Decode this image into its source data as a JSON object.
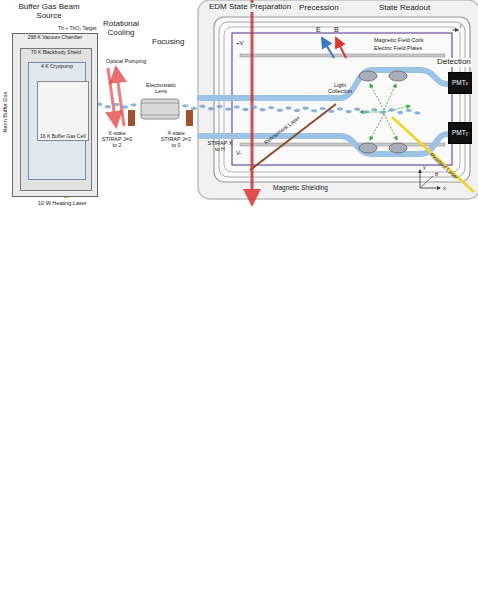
{
  "diagram": {
    "nodes": [
      {
        "text": [
          "Buffer Gas Beam Source",
          "298 K Vacuum Chamber"
        ]
      },
      {
        "text": [
          "70 K Blackbody Shield"
        ],
        "in": 0
      },
      {
        "text": [
          "4 K Cryopump"
        ],
        "in": 1
      },
      {
        "text": [
          "16 K Buffer Gas Cell"
        ],
        "in": 2
      },
      {
        "text": [
          "PMT",
          "x"
        ]
      },
      {
        "text": [
          "PMT",
          "y"
        ]
      }
    ],
    "labels": [
      "Neon Buffer Gas",
      "Th + ThO₂ Target",
      "10 W Heating Laser",
      "Rotational Cooling",
      "Optical Pumping",
      "Focusing",
      "Electrostatic Lens",
      "X-state STIRAP J=0 to 2",
      "X-state STIRAP J=2 to 0",
      "EDM State Preparation",
      "Precession",
      "State Readout",
      "Detection",
      "E",
      "B",
      "Magnetic Field Coils",
      "Electric Field Plates",
      "I",
      "+V",
      "V-",
      "Light Collection",
      "STIRAP X to H",
      "Refinement Laser",
      "Readout Laser",
      "θ",
      "x",
      "y",
      "Magnetic Shielding"
    ]
  }
}
